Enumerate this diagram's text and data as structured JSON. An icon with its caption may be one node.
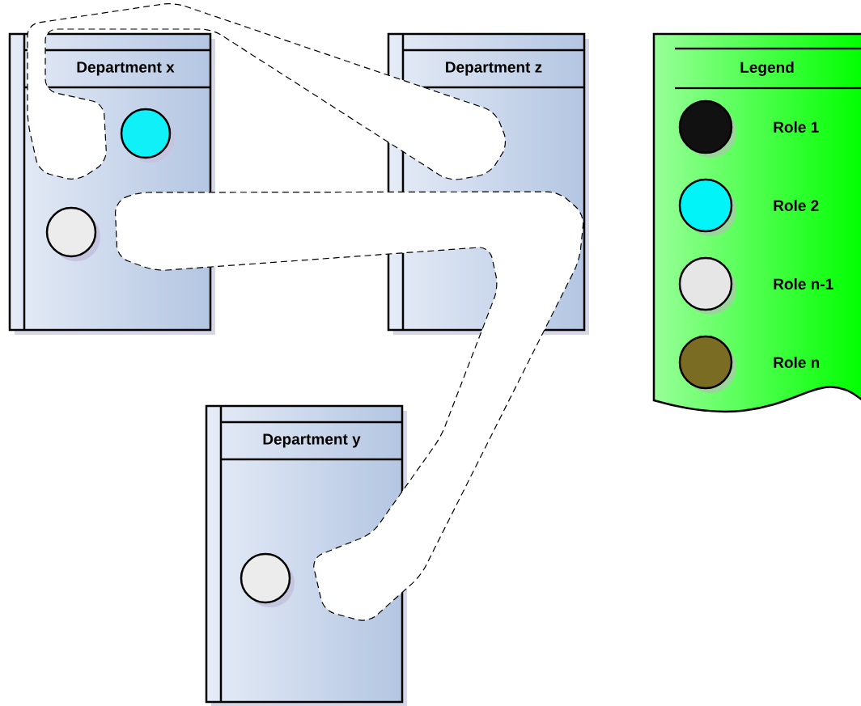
{
  "diagram": {
    "nodes": [
      {
        "text": [
          "Department x"
        ]
      },
      {
        "text": [],
        "shape": "circle",
        "in": 0
      },
      {
        "text": [],
        "shape": "circle",
        "in": 0
      },
      {
        "text": [
          "Department z"
        ]
      },
      {
        "text": [
          "Department y"
        ]
      },
      {
        "text": [],
        "shape": "circle",
        "in": 4
      }
    ],
    "labels": [
      "Legend"
    ],
    "legend": [
      {
        "text": "Role 1",
        "color": "#111111"
      },
      {
        "text": "Role 2",
        "color": "#00f4f8"
      },
      {
        "text": "Role n-1",
        "color": "#e6e6e6"
      },
      {
        "text": "Role n",
        "color": "#7a6c22"
      }
    ]
  }
}
